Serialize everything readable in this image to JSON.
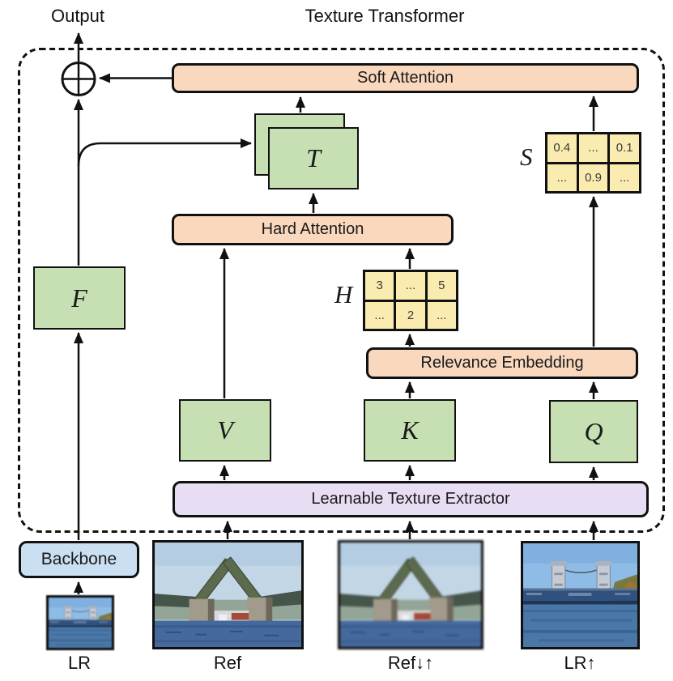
{
  "header": {
    "output_label": "Output",
    "title": "Texture Transformer"
  },
  "blocks": {
    "soft_attention": "Soft Attention",
    "hard_attention": "Hard Attention",
    "relevance_embedding": "Relevance Embedding",
    "learnable_texture_extractor": "Learnable Texture Extractor",
    "backbone": "Backbone",
    "t": "T",
    "f": "F",
    "v": "V",
    "k": "K",
    "q": "Q"
  },
  "matrices": {
    "s": {
      "label": "S",
      "cells": [
        "0.4",
        "...",
        "0.1",
        "...",
        "0.9",
        "..."
      ]
    },
    "h": {
      "label": "H",
      "cells": [
        "3",
        "...",
        "5",
        "...",
        "2",
        "..."
      ]
    }
  },
  "inputs": [
    {
      "label": "LR"
    },
    {
      "label": "Ref"
    },
    {
      "label": "Ref↓↑"
    },
    {
      "label": "LR↑"
    }
  ],
  "colors": {
    "attention_box": "#FAD8BE",
    "feature_box": "#C6E0B4",
    "matrix_cell": "#FAECB1",
    "extractor_box": "#E8DEF4",
    "backbone_box": "#CBDFF3",
    "line": "#111111"
  }
}
